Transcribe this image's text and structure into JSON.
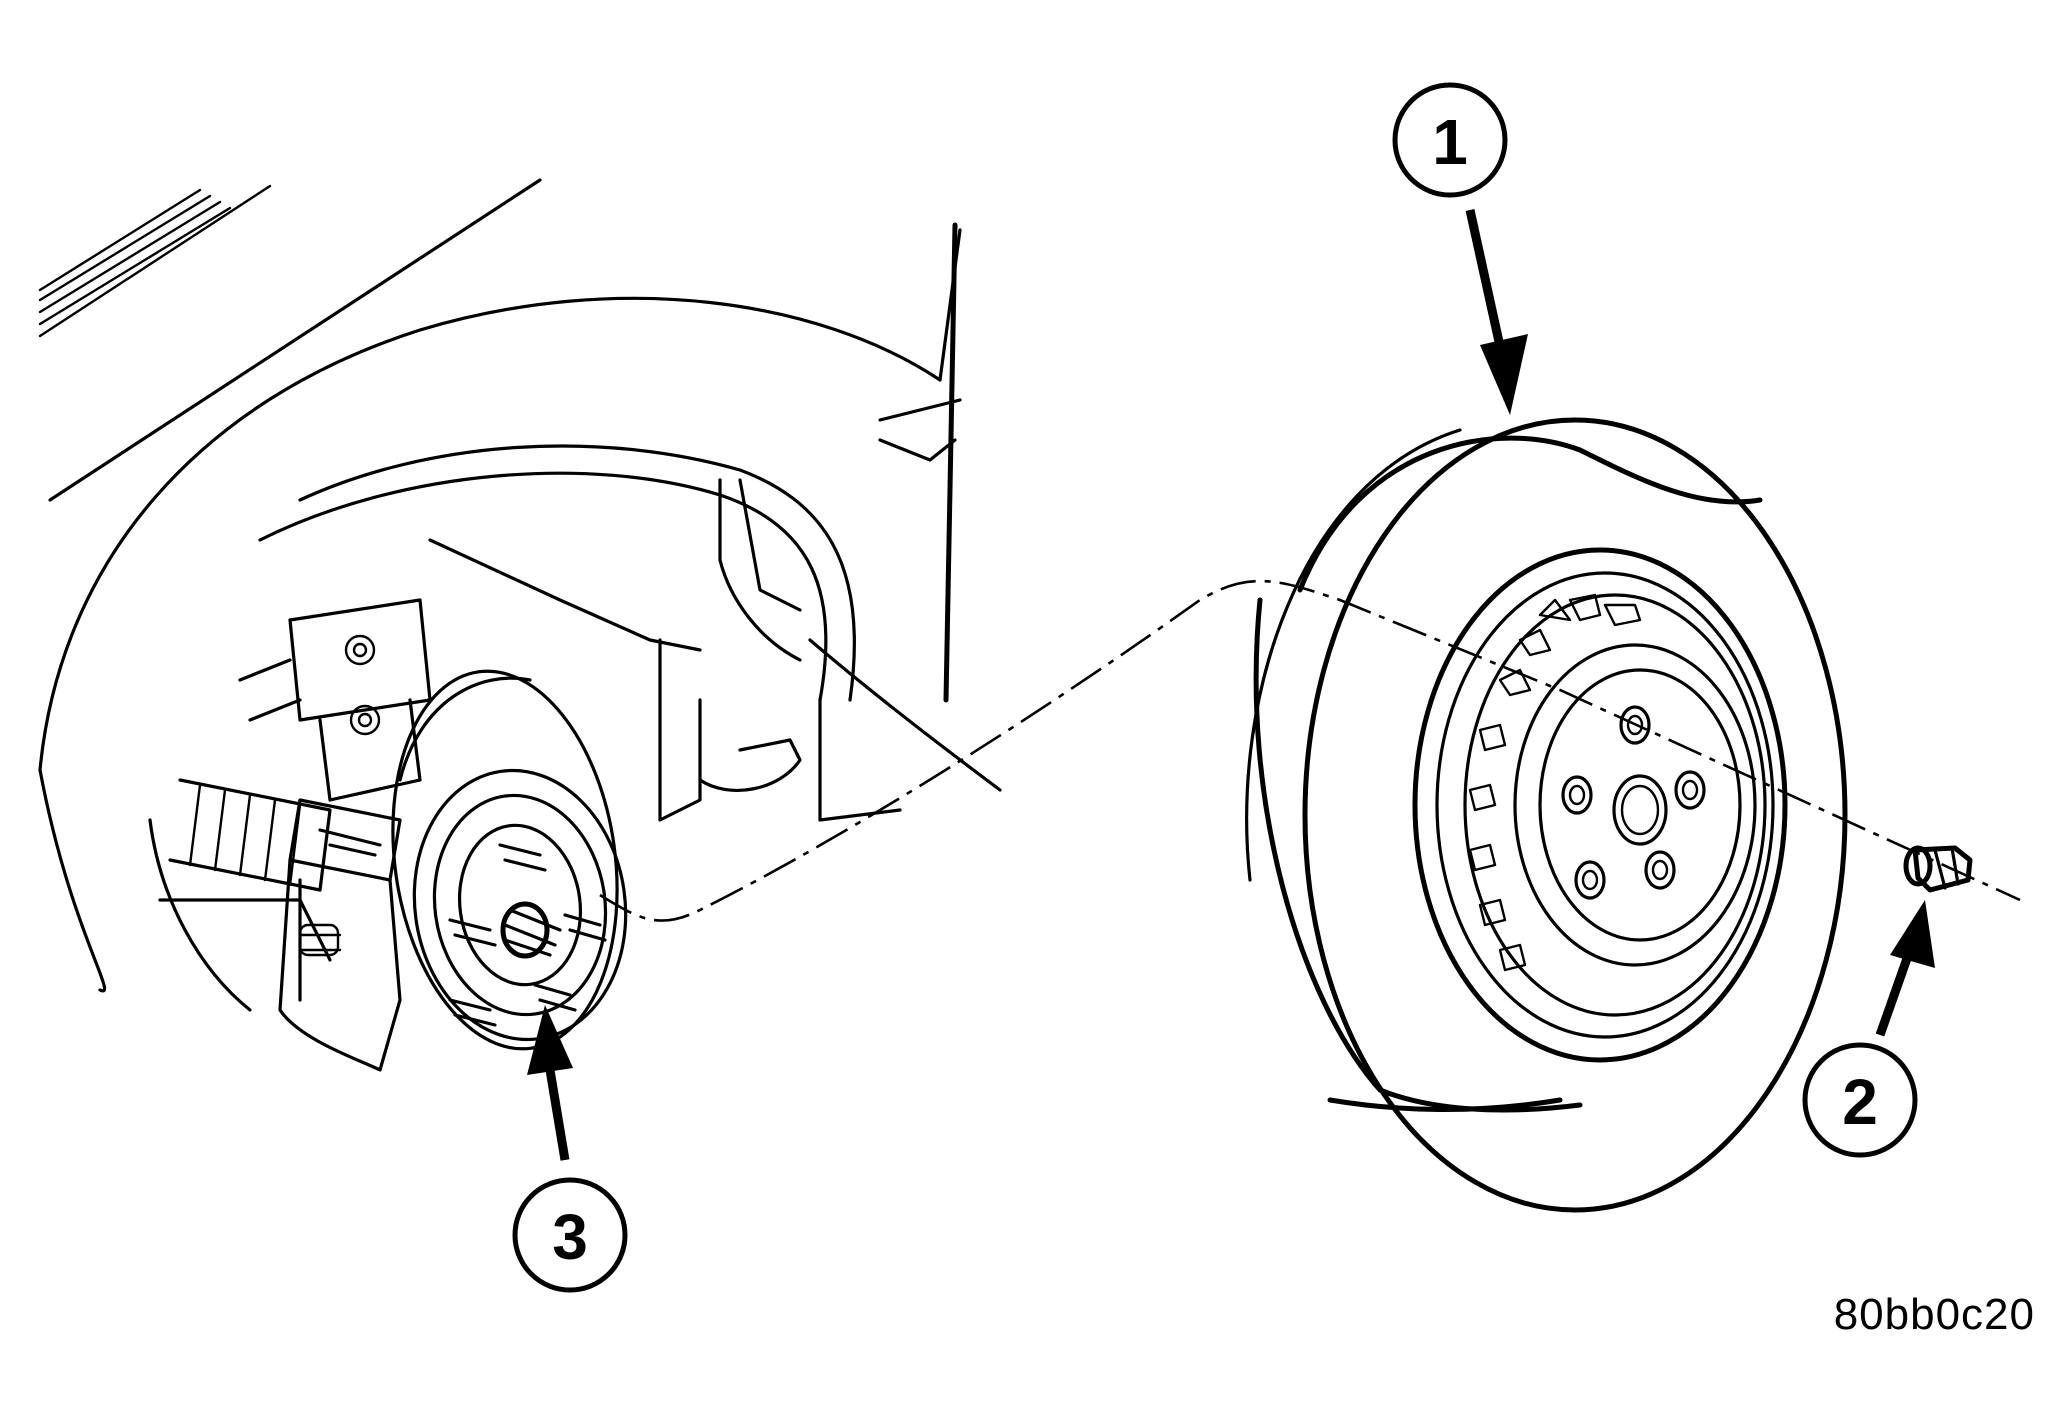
{
  "callouts": [
    {
      "id": "1",
      "label": "1",
      "part": "tire-and-wheel"
    },
    {
      "id": "2",
      "label": "2",
      "part": "lug-nut"
    },
    {
      "id": "3",
      "label": "3",
      "part": "hub-and-rotor"
    }
  ],
  "figure_id": "80bb0c20"
}
